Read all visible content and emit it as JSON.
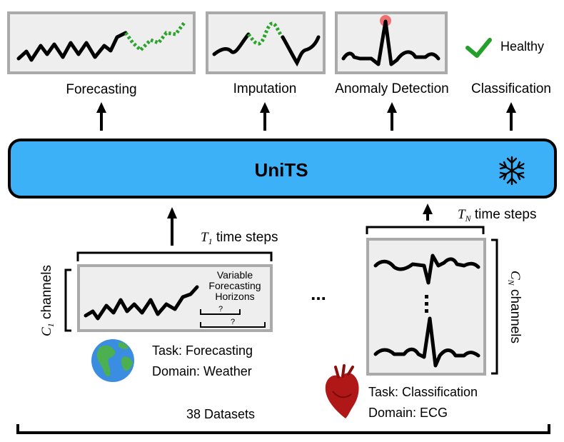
{
  "outputs": {
    "forecasting": "Forecasting",
    "imputation": "Imputation",
    "anomaly_detection": "Anomaly Detection",
    "classification": "Classification",
    "healthy": "Healthy"
  },
  "model": {
    "name": "UniTS",
    "icon": "snowflake-icon"
  },
  "left_dataset": {
    "time_label_var": "T",
    "time_label_sub": "1",
    "time_label_text": " time steps",
    "channel_label_var": "C",
    "channel_label_sub": "1",
    "channel_label_text": " channels",
    "annotation_line1": "Variable",
    "annotation_line2": "Forecasting",
    "annotation_line3": "Horizons",
    "unknown_short": "?",
    "unknown_long": "?",
    "task": "Task: Forecasting",
    "domain": "Domain: Weather",
    "icon": "globe-icon"
  },
  "ellipsis": "...",
  "right_dataset": {
    "time_label_var": "T",
    "time_label_sub": "N",
    "time_label_text": " time steps",
    "channel_label_var": "C",
    "channel_label_sub": "N",
    "channel_label_text": " channels",
    "task": "Task: Classification",
    "domain": "Domain: ECG",
    "icon": "heart-icon"
  },
  "datasets_count": "38 Datasets",
  "colors": {
    "model_fill": "#3db1f7",
    "panel_fill": "#eeeeee",
    "panel_border": "#aaaaaa",
    "dotted_green": "#2aa52a",
    "check_green": "#22a02a",
    "anomaly_red": "#f07070"
  }
}
